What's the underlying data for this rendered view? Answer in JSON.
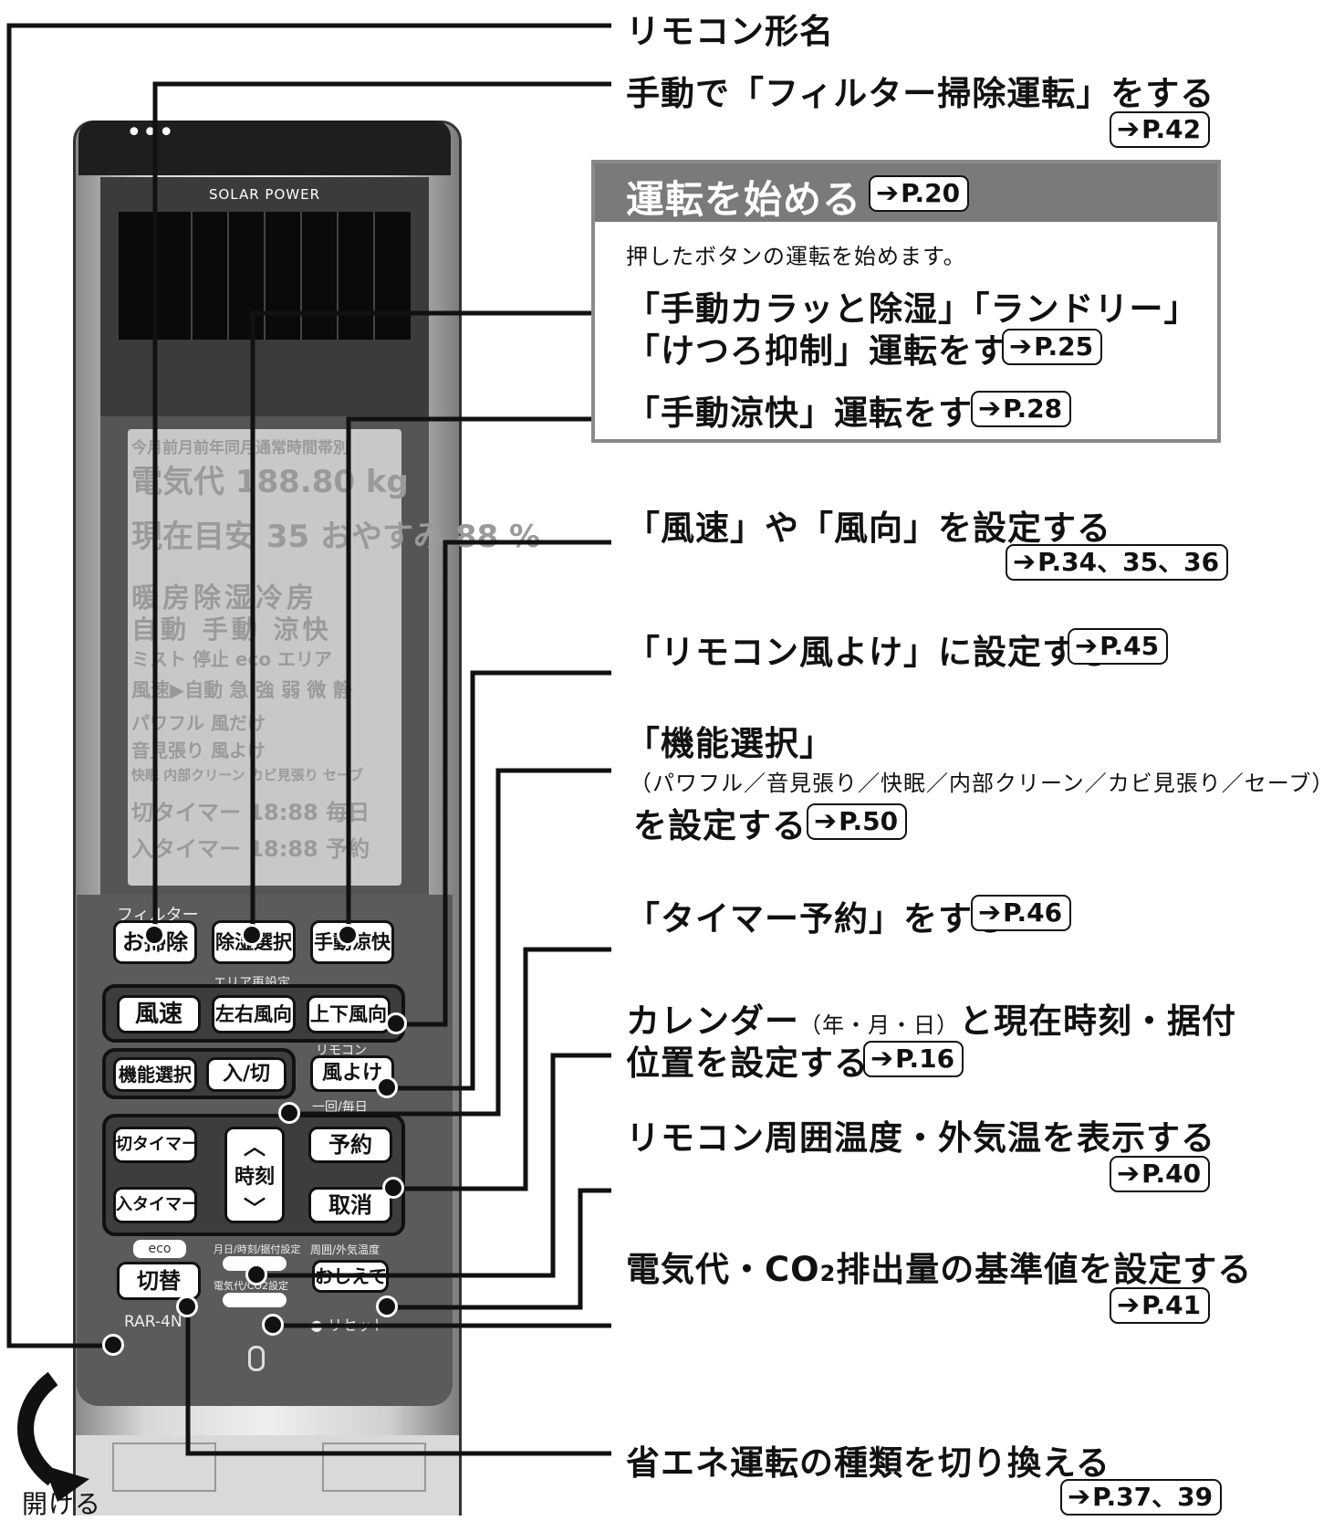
{
  "callouts": {
    "model_name": "リモコン形名",
    "filter_clean": "手動で「フィルター掃除運転」をする",
    "filter_clean_ref": "P.42",
    "start_heading": "運転を始める",
    "start_ref": "P.20",
    "start_desc": "押したボタンの運転を始めます。",
    "karatto_line1": "「手動カラッと除湿」「ランドリー」",
    "karatto_line2": "「けつろ抑制」運転をする",
    "karatto_ref": "P.25",
    "ryokai": "「手動涼快」運転をする",
    "ryokai_ref": "P.28",
    "fan": "「風速」や「風向」を設定する",
    "fan_ref": "P.34、35、36",
    "windbreak": "「リモコン風よけ」に設定する",
    "windbreak_ref": "P.45",
    "func_select": "「機能選択」",
    "func_list": "（パワフル／音見張り／快眠／内部クリーン／カビ見張り／セーブ）",
    "func_set": "を設定する",
    "func_ref": "P.50",
    "timer": "「タイマー予約」をする",
    "timer_ref": "P.46",
    "calendar_a": "カレンダー",
    "calendar_b": "（年・月・日）",
    "calendar_c": "と現在時刻・据付",
    "calendar_line2": "位置を設定する",
    "calendar_ref": "P.16",
    "temp_display": "リモコン周囲温度・外気温を表示する",
    "temp_ref": "P.40",
    "co2_a": "電気代・CO",
    "co2_sub": "2",
    "co2_b": "排出量の基準値を設定する",
    "co2_ref": "P.41",
    "eco_switch": "省エネ運転の種類を切り換える",
    "eco_ref": "P.37、39",
    "open": "開ける"
  },
  "remote": {
    "solar_label": "SOLAR POWER",
    "lcd_rows": [
      "今月前月前年同月通常時間帯別",
      "電気代 188.80 kg",
      "現在目安 35 おやすみ 88 %",
      "暖房除湿冷房",
      "自動 手動 涼快",
      "ミスト 停止 eco エリア",
      "風速▶自動 急 強 弱 微 静",
      "パワフル 風だけ",
      "音見張り 風よけ",
      "快眠 内部クリーン カビ見張り セーブ",
      "切タイマー 18:88 毎日",
      "入タイマー 18:88 予約"
    ],
    "filter_label": "フィルター",
    "btn_osouji": "お掃除",
    "btn_joshitsu": "除湿選択",
    "btn_ryokai": "手動涼快",
    "area_label": "エリア再設定",
    "btn_fusoku": "風速",
    "btn_sayu": "左右風向",
    "btn_joge": "上下風向",
    "remocon_label": "リモコン",
    "btn_kino": "機能選択",
    "btn_irikiri": "入/切",
    "btn_kazeyoke": "風よけ",
    "ikkai_label": "一回/毎日",
    "btn_kiri_timer": "切タイマー",
    "btn_iri_timer": "入タイマー",
    "btn_jikoku": "時刻",
    "btn_yoyaku": "予約",
    "btn_torikeshi": "取消",
    "eco_label": "eco",
    "btn_kirikae": "切替",
    "calendar_small": "月日/時刻/据付設定",
    "shui_small": "周囲/外気温度",
    "denki_small": "電気代/CO2設定",
    "btn_oshiete": "おしえて",
    "model": "RAR-4N",
    "reset": "● リセット"
  }
}
